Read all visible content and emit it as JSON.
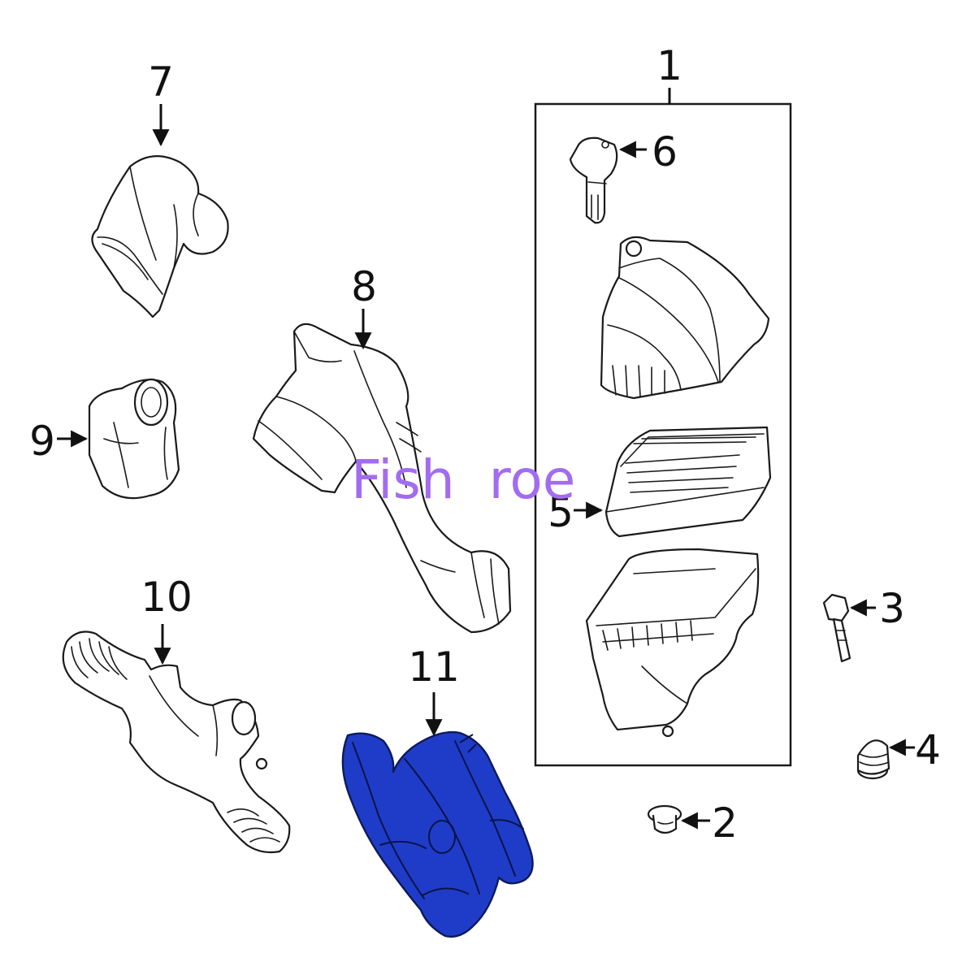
{
  "callouts": [
    "1",
    "2",
    "3",
    "4",
    "5",
    "6",
    "7",
    "8",
    "9",
    "10",
    "11"
  ],
  "watermark": "Fish  roe",
  "colors": {
    "line": "#1a1a1a",
    "highlight_part": "#1f3cc8",
    "watermark": "#a36cf0"
  }
}
